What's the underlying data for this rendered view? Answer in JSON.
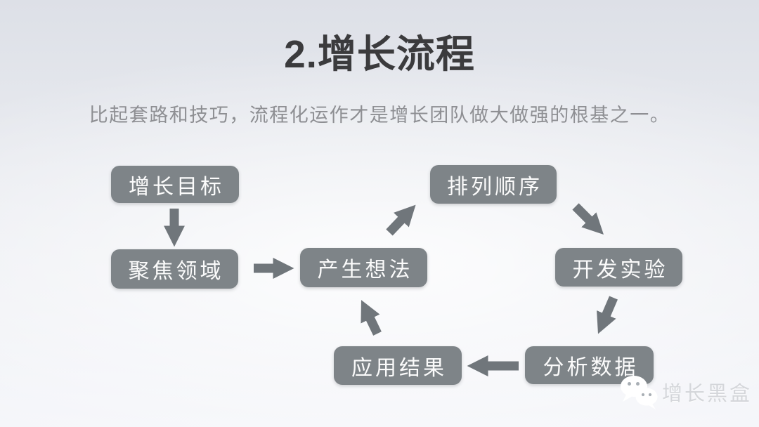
{
  "slide": {
    "title": "2.增长流程",
    "subtitle": "比起套路和技巧，流程化运作才是增长团队做大做强的根基之一。"
  },
  "flowchart": {
    "nodes": [
      {
        "id": "growth-goal",
        "label": "增长目标"
      },
      {
        "id": "focus-area",
        "label": "聚焦领域"
      },
      {
        "id": "generate-ideas",
        "label": "产生想法"
      },
      {
        "id": "rank-order",
        "label": "排列顺序"
      },
      {
        "id": "develop-experiments",
        "label": "开发实验"
      },
      {
        "id": "analyze-data",
        "label": "分析数据"
      },
      {
        "id": "apply-results",
        "label": "应用结果"
      }
    ],
    "edges": [
      {
        "from": "增长目标",
        "to": "聚焦领域",
        "direction": "down"
      },
      {
        "from": "聚焦领域",
        "to": "产生想法",
        "direction": "right"
      },
      {
        "from": "产生想法",
        "to": "排列顺序",
        "direction": "up-right"
      },
      {
        "from": "排列顺序",
        "to": "开发实验",
        "direction": "down-right"
      },
      {
        "from": "开发实验",
        "to": "分析数据",
        "direction": "down-left"
      },
      {
        "from": "分析数据",
        "to": "应用结果",
        "direction": "left"
      },
      {
        "from": "应用结果",
        "to": "产生想法",
        "direction": "up-left"
      }
    ]
  },
  "watermark": {
    "icon": "wechat-icon",
    "label": "增长黑盒"
  },
  "colors": {
    "node_fill": "#7e8488",
    "arrow": "#70767b",
    "title": "#3b3b3d",
    "subtitle": "#8e8f93",
    "background_top": "#dde0e7",
    "background_bottom": "#f5f6fa",
    "watermark_text": "#d4d6da"
  }
}
